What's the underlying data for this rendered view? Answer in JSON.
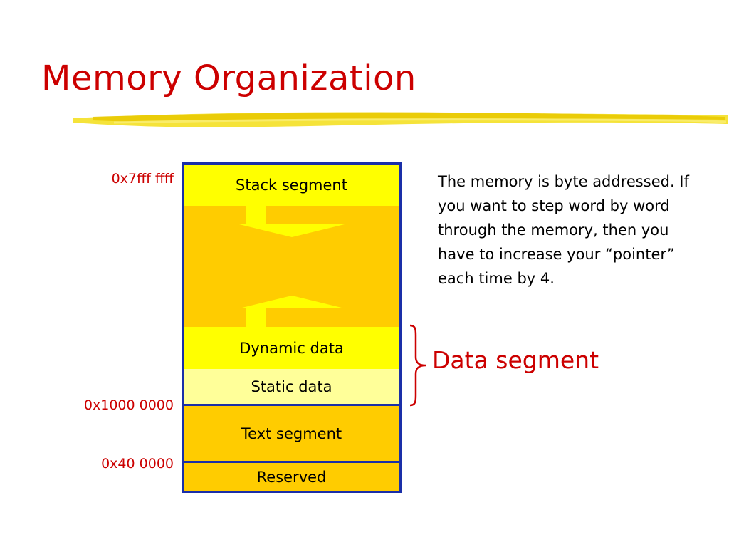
{
  "slide": {
    "title": "Memory Organization"
  },
  "addresses": {
    "top": "0x7fff ffff",
    "data_start": "0x1000 0000",
    "text_start": "0x40 0000"
  },
  "segments": {
    "stack": "Stack segment",
    "dynamic": "Dynamic data",
    "static": "Static data",
    "text": "Text segment",
    "reserved": "Reserved"
  },
  "note": "The memory is byte addressed. If you want to step word by word through the memory, then you have to increase your “pointer” each time by 4.",
  "data_segment_label": "Data segment",
  "colors": {
    "title": "#cc0000",
    "frame": "#1a2fa8",
    "bright_yellow": "#ffff00",
    "gold": "#ffcc00",
    "pale_yellow": "#ffff99"
  }
}
